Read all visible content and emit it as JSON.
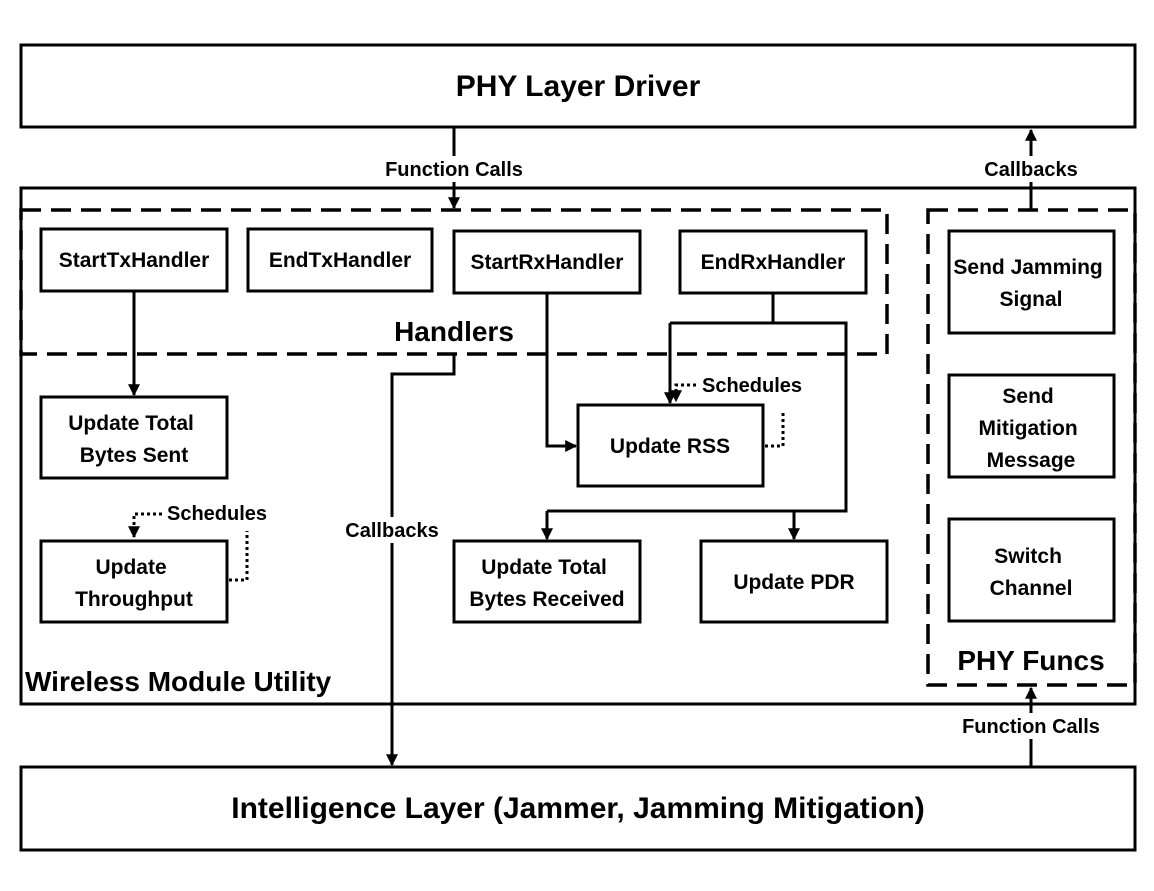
{
  "top_layer": {
    "title": "PHY Layer Driver"
  },
  "bottom_layer": {
    "title": "Intelligence Layer (Jammer, Jamming Mitigation)"
  },
  "module": {
    "title": "Wireless Module Utility"
  },
  "handlers_group": {
    "title": "Handlers",
    "items": [
      "StartTxHandler",
      "EndTxHandler",
      "StartRxHandler",
      "EndRxHandler"
    ]
  },
  "phy_funcs": {
    "title": "PHY Funcs",
    "items": [
      [
        "Send Jamming",
        "Signal"
      ],
      [
        "Send",
        "Mitigation",
        "Message"
      ],
      [
        "Switch",
        "Channel"
      ]
    ]
  },
  "updates": {
    "bytes_sent": [
      "Update Total",
      "Bytes Sent"
    ],
    "throughput": [
      "Update",
      "Throughput"
    ],
    "rss": [
      "Update RSS"
    ],
    "bytes_received": [
      "Update Total",
      "Bytes Received"
    ],
    "pdr": [
      "Update PDR"
    ]
  },
  "edge_labels": {
    "function_calls_top": "Function Calls",
    "callbacks_top": "Callbacks",
    "callbacks_mid": "Callbacks",
    "function_calls_bottom": "Function Calls",
    "schedules_rss": "Schedules",
    "schedules_throughput": "Schedules"
  }
}
